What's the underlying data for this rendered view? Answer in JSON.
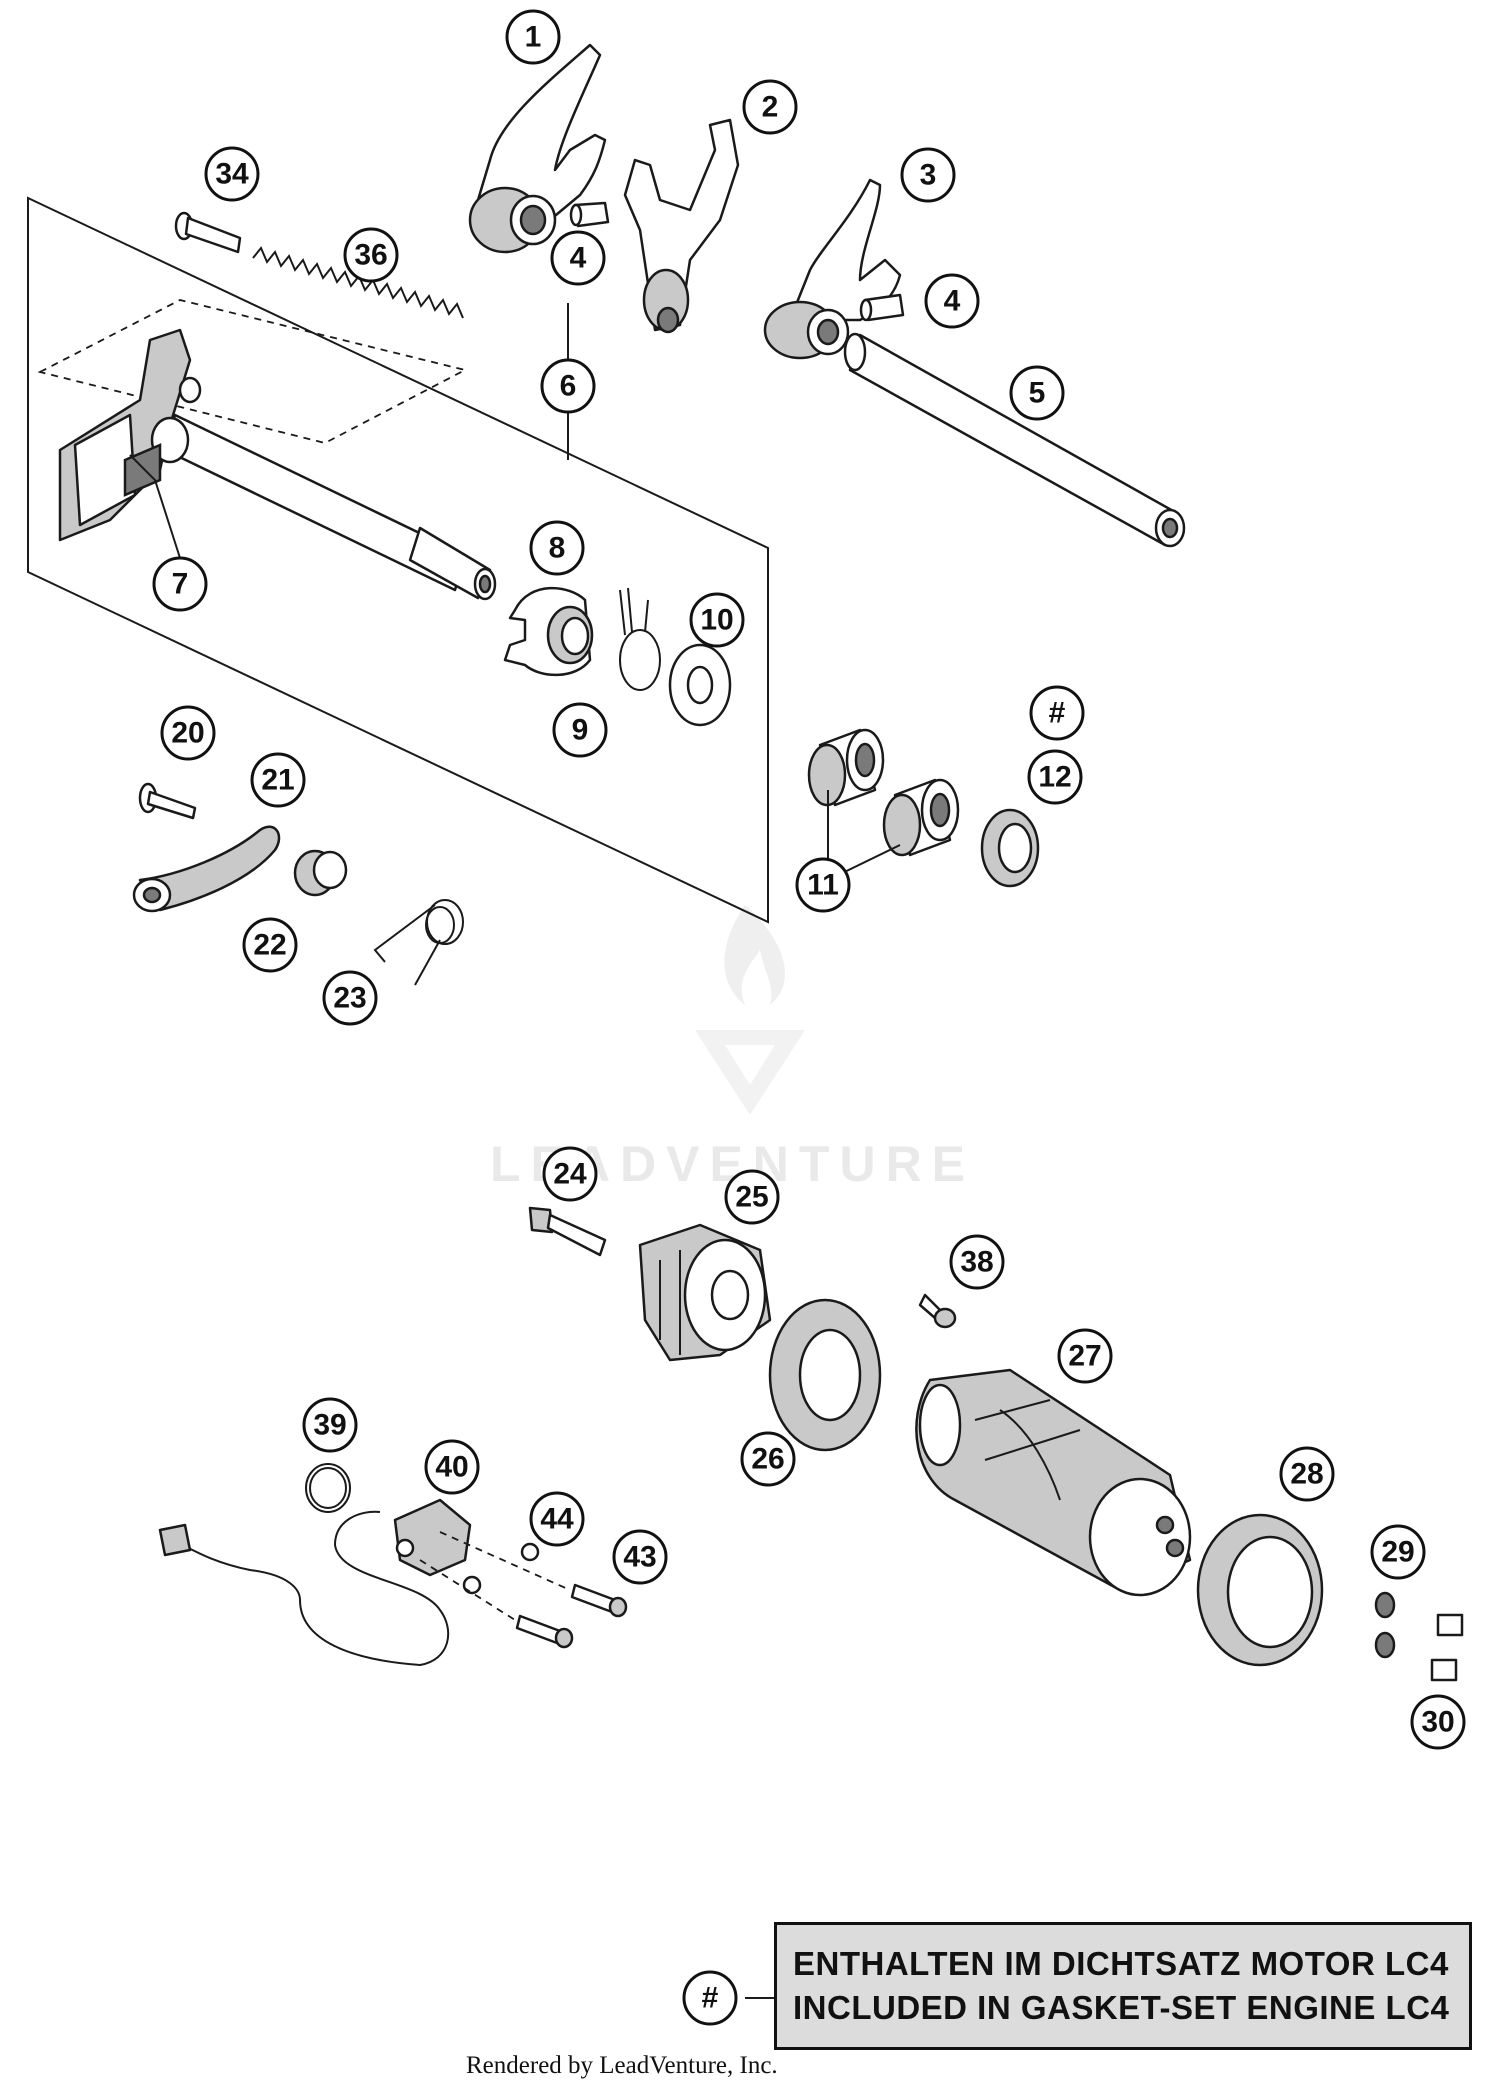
{
  "callouts": {
    "c1": "1",
    "c2": "2",
    "c3": "3",
    "c4a": "4",
    "c4b": "4",
    "c5": "5",
    "c6": "6",
    "c7": "7",
    "c8": "8",
    "c9": "9",
    "c10": "10",
    "chash": "#",
    "c11": "11",
    "c12": "12",
    "c20": "20",
    "c21": "21",
    "c22": "22",
    "c23": "23",
    "c24": "24",
    "c25": "25",
    "c26": "26",
    "c27": "27",
    "c28": "28",
    "c29": "29",
    "c30": "30",
    "c34": "34",
    "c36": "36",
    "c38": "38",
    "c39": "39",
    "c40": "40",
    "c43": "43",
    "c44": "44"
  },
  "note": {
    "symbol": "#",
    "line1": "ENTHALTEN IM DICHTSATZ MOTOR LC4",
    "line2": "INCLUDED IN GASKET-SET ENGINE LC4"
  },
  "watermark": "LEADVENTURE",
  "footer": "Rendered by LeadVenture, Inc."
}
